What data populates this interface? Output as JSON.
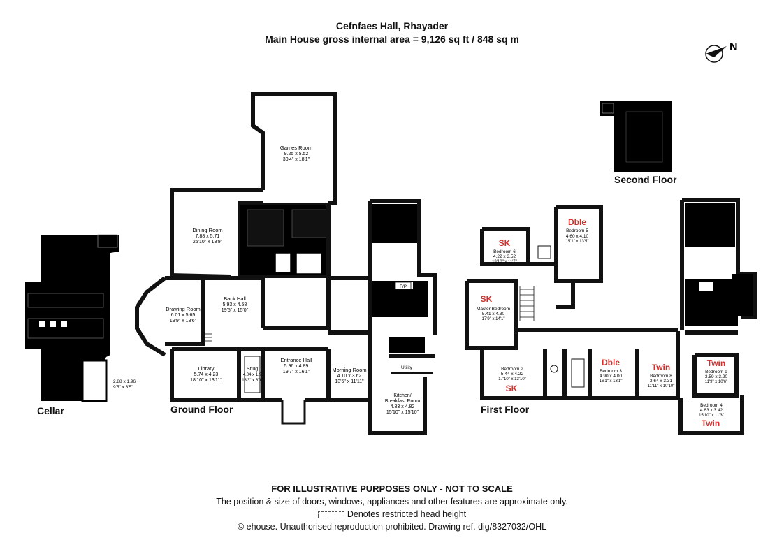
{
  "header": {
    "title": "Cefnfaes Hall, Rhayader",
    "subtitle": "Main House gross internal area = 9,126 sq ft / 848 sq m"
  },
  "compass": {
    "label": "N",
    "icon": "north-arrow-icon"
  },
  "floors": {
    "cellar": "Cellar",
    "ground": "Ground Floor",
    "first": "First Floor",
    "second": "Second Floor"
  },
  "rooms": {
    "games_room": {
      "name": "Games Room",
      "dims": "9.25 x 5.52",
      "imperial": "30'4\" x 18'1\""
    },
    "dining_room": {
      "name": "Dining Room",
      "dims": "7.88 x 5.71",
      "imperial": "25'10\" x 18'9\""
    },
    "drawing_room": {
      "name": "Drawing Room",
      "dims": "6.01 x 5.65",
      "imperial": "19'9\" x 18'6\""
    },
    "back_hall": {
      "name": "Back Hall",
      "dims": "5.93 x 4.58",
      "imperial": "19'5\" x 15'0\""
    },
    "library": {
      "name": "Library",
      "dims": "5.74 x 4.23",
      "imperial": "18'10\" x 13'11\""
    },
    "snug": {
      "name": "Snug",
      "dims": "4.04 x 1.9",
      "imperial": "13'3\" x 6'3\""
    },
    "entrance_hall": {
      "name": "Entrance Hall",
      "dims": "5.96 x 4.89",
      "imperial": "19'7\" x 16'1\""
    },
    "morning_room": {
      "name": "Morning Room",
      "dims": "4.10 x 3.62",
      "imperial": "13'5\" x 11'11\""
    },
    "utility": {
      "name": "Utility"
    },
    "kitchen": {
      "name": "Kitchen/",
      "name2": "Breakfast Room",
      "dims": "4.83 x 4.82",
      "imperial": "15'10\" x 15'10\""
    },
    "fp": {
      "name": "F/P"
    },
    "cellar_small": {
      "dims": "2.88 x 1.96",
      "imperial": "9'5\" x 6'5\""
    },
    "bedroom_6": {
      "name": "Bedroom 6",
      "dims": "4.22 x 3.52",
      "imperial": "13'10\" x 11'7\"",
      "tag": "SK"
    },
    "bedroom_5": {
      "name": "Bedroom 5",
      "dims": "4.60 x 4.10",
      "imperial": "15'1\" x 13'5\"",
      "tag": "Dble"
    },
    "master_bedroom": {
      "name": "Master Bedroom",
      "dims": "5.41 x 4.30",
      "imperial": "17'9\" x 14'1\"",
      "tag": "SK"
    },
    "bedroom_2": {
      "name": "Bedroom 2",
      "dims": "5.44 x 4.22",
      "imperial": "17'10\" x 13'10\"",
      "tag": "SK"
    },
    "bedroom_3": {
      "name": "Bedroom 3",
      "dims": "4.90 x 4.00",
      "imperial": "16'1\" x 13'1\"",
      "tag": "Dble"
    },
    "bedroom_8": {
      "name": "Bedroom 8",
      "dims": "3.64 x 3.31",
      "imperial": "11'11\" x 10'10\"",
      "tag": "Twin"
    },
    "bedroom_9": {
      "name": "Bedroom 9",
      "dims": "3.59 x 3.20",
      "imperial": "11'9\" x 10'6\"",
      "tag": "Twin"
    },
    "bedroom_4": {
      "name": "Bedroom 4",
      "dims": "4.83 x 3.42",
      "imperial": "15'10\" x 11'3\"",
      "tag": "Twin"
    }
  },
  "footer": {
    "disclaimer": "FOR ILLUSTRATIVE PURPOSES ONLY - NOT TO SCALE",
    "note": "The position & size of doors, windows, appliances and other features are approximate only.",
    "legend": "Denotes restricted head height",
    "copyright": "© ehouse. Unauthorised reproduction prohibited. Drawing ref. dig/8327032/OHL"
  },
  "colors": {
    "wall": "#111111",
    "tag": "#d0312d",
    "background": "#ffffff"
  }
}
